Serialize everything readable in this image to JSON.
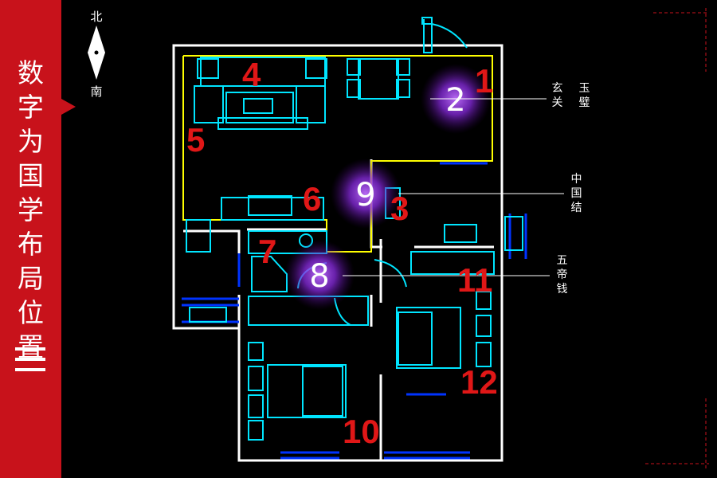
{
  "sidebar": {
    "title_chars": [
      "数",
      "字",
      "为",
      "国",
      "学",
      "布",
      "局",
      "位",
      "置"
    ],
    "accent_color": "#c8121b",
    "numeral_icon": "three-bars-icon"
  },
  "compass": {
    "north": "北",
    "south": "南"
  },
  "position_numbers": [
    "1",
    "2",
    "3",
    "4",
    "5",
    "6",
    "7",
    "8",
    "9",
    "10",
    "11",
    "12"
  ],
  "glow_numbers": {
    "two": "2",
    "nine": "9",
    "eight": "8"
  },
  "annotations": {
    "jade_screen": {
      "col1": [
        "玄",
        "关"
      ],
      "col2": [
        "玉",
        "璧"
      ]
    },
    "chinese_knot": [
      "中",
      "国",
      "结"
    ],
    "five_coins": [
      "五",
      "帝",
      "钱"
    ]
  },
  "colors": {
    "walls": "#ffffff",
    "furniture": "#00e5ff",
    "zones": "#ffff00",
    "numbers": "#e01717",
    "glow": "#8a2be2",
    "windows": "#0033ff"
  }
}
